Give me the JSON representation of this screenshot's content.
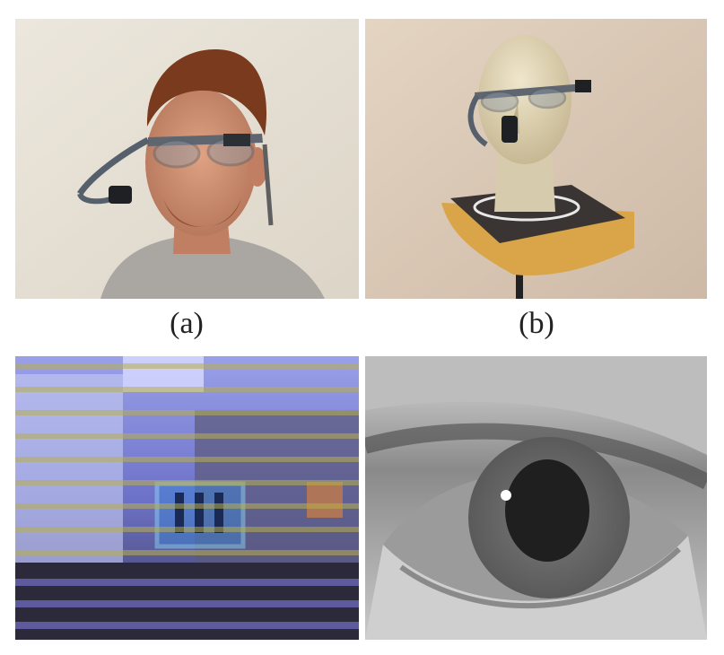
{
  "figure": {
    "panels": [
      {
        "id": "a",
        "caption": "(a)",
        "subject": "person-wearing-eye-tracker-glasses"
      },
      {
        "id": "b",
        "caption": "(b)",
        "subject": "mannequin-head-with-eye-tracker-on-stand"
      },
      {
        "id": "c",
        "caption": "",
        "subject": "scene-camera-view-with-interlacing"
      },
      {
        "id": "d",
        "caption": "",
        "subject": "infrared-eye-camera-closeup"
      }
    ],
    "colors": {
      "wall_beige": "#e9e4da",
      "skin": "#c98a6a",
      "hair": "#7a3a1e",
      "shirt": "#a9a7a3",
      "foam_head": "#d9cfb2",
      "wood": "#d9a548",
      "board": "#3a3532",
      "scene_blue": "#6f78e6",
      "scene_yellow": "#b9b04a",
      "iris_gray": "#6f6f6f",
      "pupil": "#1f1f1f"
    }
  }
}
